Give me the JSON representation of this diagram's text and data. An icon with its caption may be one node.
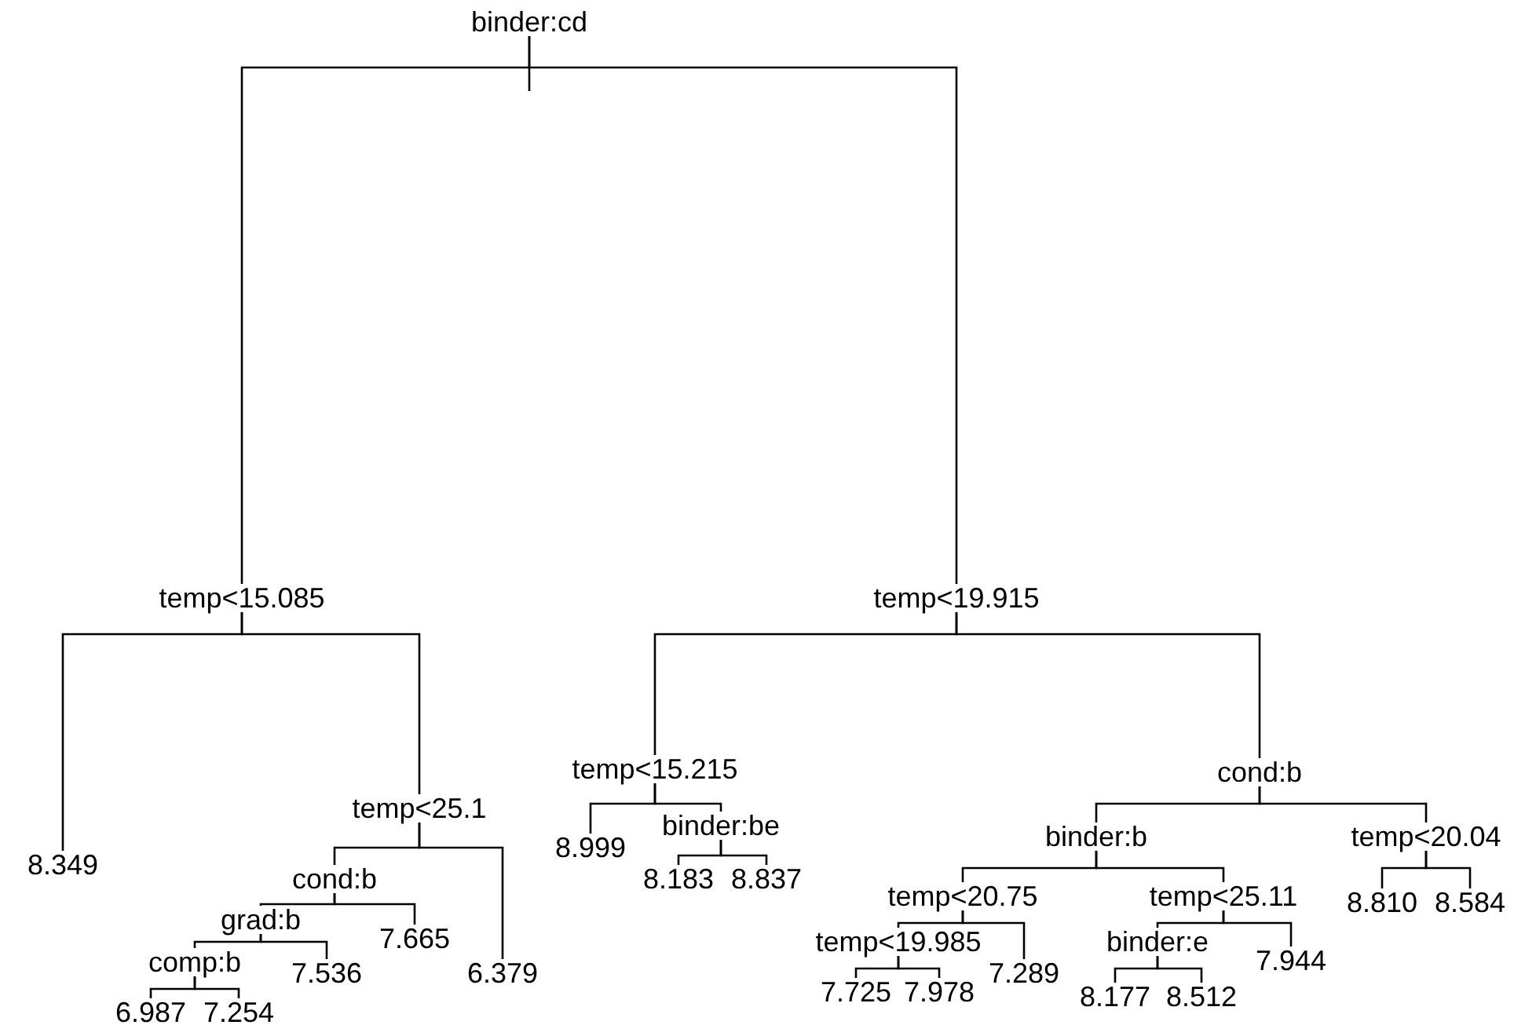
{
  "diagram": {
    "nodes": [
      {
        "text": [
          "binder:cd"
        ]
      },
      {
        "text": [
          "temp<15.085"
        ]
      },
      {
        "text": [
          "8.349"
        ]
      },
      {
        "text": [
          "temp<25.1"
        ]
      },
      {
        "text": [
          "cond:b"
        ]
      },
      {
        "text": [
          "grad:b"
        ]
      },
      {
        "text": [
          "comp:b"
        ]
      },
      {
        "text": [
          "6.987"
        ]
      },
      {
        "text": [
          "7.254"
        ]
      },
      {
        "text": [
          "7.536"
        ]
      },
      {
        "text": [
          "7.665"
        ]
      },
      {
        "text": [
          "6.379"
        ]
      },
      {
        "text": [
          "temp<19.915"
        ]
      },
      {
        "text": [
          "temp<15.215"
        ]
      },
      {
        "text": [
          "8.999"
        ]
      },
      {
        "text": [
          "binder:be"
        ]
      },
      {
        "text": [
          "8.183"
        ]
      },
      {
        "text": [
          "8.837"
        ]
      },
      {
        "text": [
          "cond:b"
        ]
      },
      {
        "text": [
          "binder:b"
        ]
      },
      {
        "text": [
          "temp<20.75"
        ]
      },
      {
        "text": [
          "temp<19.985"
        ]
      },
      {
        "text": [
          "7.725"
        ]
      },
      {
        "text": [
          "7.978"
        ]
      },
      {
        "text": [
          "7.289"
        ]
      },
      {
        "text": [
          "temp<25.11"
        ]
      },
      {
        "text": [
          "binder:e"
        ]
      },
      {
        "text": [
          "8.177"
        ]
      },
      {
        "text": [
          "8.512"
        ]
      },
      {
        "text": [
          "7.944"
        ]
      },
      {
        "text": [
          "temp<20.04"
        ]
      },
      {
        "text": [
          "8.810"
        ]
      },
      {
        "text": [
          "8.584"
        ]
      }
    ],
    "edges": [
      {
        "from": 0,
        "to": 1,
        "arrow": "none"
      },
      {
        "from": 0,
        "to": 12,
        "arrow": "none"
      },
      {
        "from": 1,
        "to": 2,
        "arrow": "none"
      },
      {
        "from": 1,
        "to": 3,
        "arrow": "none"
      },
      {
        "from": 3,
        "to": 4,
        "arrow": "none"
      },
      {
        "from": 3,
        "to": 11,
        "arrow": "none"
      },
      {
        "from": 4,
        "to": 5,
        "arrow": "none"
      },
      {
        "from": 4,
        "to": 10,
        "arrow": "none"
      },
      {
        "from": 5,
        "to": 6,
        "arrow": "none"
      },
      {
        "from": 5,
        "to": 9,
        "arrow": "none"
      },
      {
        "from": 6,
        "to": 7,
        "arrow": "none"
      },
      {
        "from": 6,
        "to": 8,
        "arrow": "none"
      },
      {
        "from": 12,
        "to": 13,
        "arrow": "none"
      },
      {
        "from": 12,
        "to": 18,
        "arrow": "none"
      },
      {
        "from": 13,
        "to": 14,
        "arrow": "none"
      },
      {
        "from": 13,
        "to": 15,
        "arrow": "none"
      },
      {
        "from": 15,
        "to": 16,
        "arrow": "none"
      },
      {
        "from": 15,
        "to": 17,
        "arrow": "none"
      },
      {
        "from": 18,
        "to": 19,
        "arrow": "none"
      },
      {
        "from": 18,
        "to": 30,
        "arrow": "none"
      },
      {
        "from": 19,
        "to": 20,
        "arrow": "none"
      },
      {
        "from": 19,
        "to": 25,
        "arrow": "none"
      },
      {
        "from": 20,
        "to": 21,
        "arrow": "none"
      },
      {
        "from": 20,
        "to": 24,
        "arrow": "none"
      },
      {
        "from": 21,
        "to": 22,
        "arrow": "none"
      },
      {
        "from": 21,
        "to": 23,
        "arrow": "none"
      },
      {
        "from": 25,
        "to": 26,
        "arrow": "none"
      },
      {
        "from": 25,
        "to": 29,
        "arrow": "none"
      },
      {
        "from": 26,
        "to": 27,
        "arrow": "none"
      },
      {
        "from": 26,
        "to": 28,
        "arrow": "none"
      },
      {
        "from": 30,
        "to": 31,
        "arrow": "none"
      },
      {
        "from": 30,
        "to": 32,
        "arrow": "none"
      }
    ]
  }
}
